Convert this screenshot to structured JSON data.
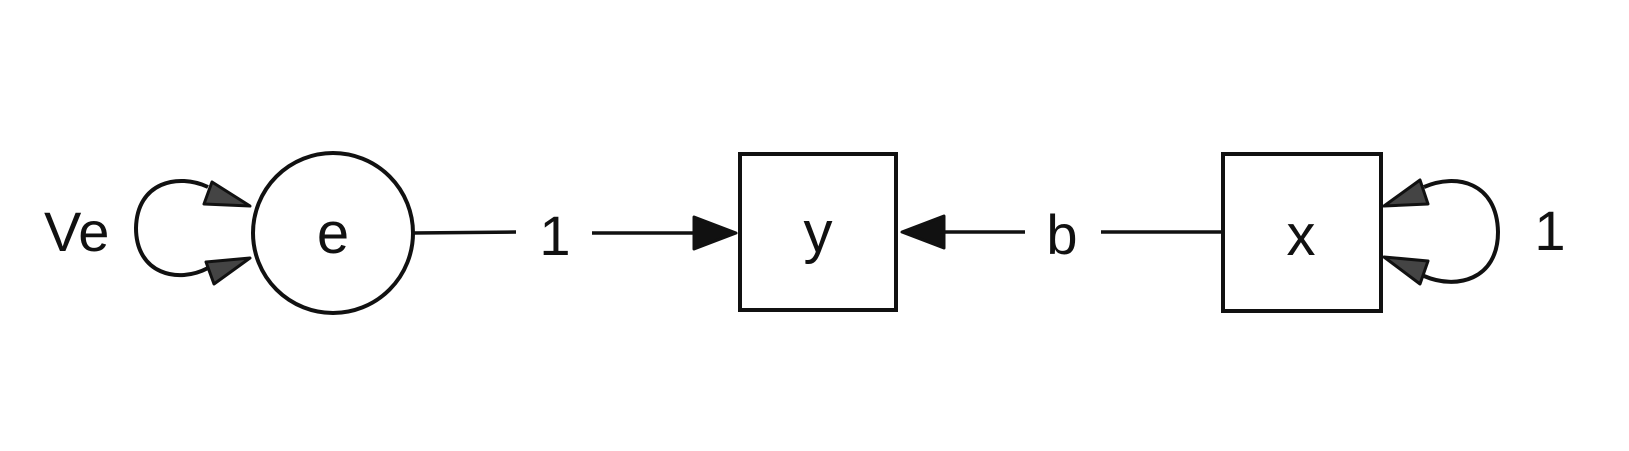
{
  "diagram": {
    "nodes": {
      "e": {
        "label": "e",
        "shape": "circle"
      },
      "y": {
        "label": "y",
        "shape": "rectangle"
      },
      "x": {
        "label": "x",
        "shape": "rectangle"
      }
    },
    "edges": {
      "e_to_y": {
        "label": "1",
        "from": "e",
        "to": "y"
      },
      "x_to_y": {
        "label": "b",
        "from": "x",
        "to": "y"
      }
    },
    "variances": {
      "e_self": {
        "label": "Ve",
        "node": "e"
      },
      "x_self": {
        "label": "1",
        "node": "x"
      }
    },
    "colors": {
      "stroke": "#111111",
      "arrow_fill": "#111111",
      "loop_arrow_fill": "#444444",
      "background": "#ffffff"
    }
  }
}
